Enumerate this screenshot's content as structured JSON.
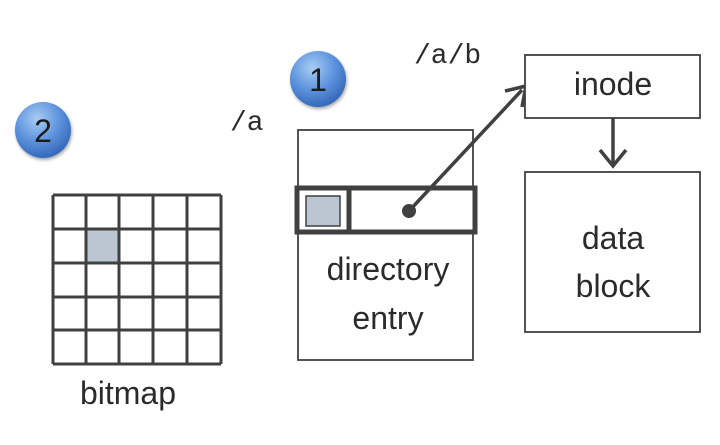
{
  "badges": [
    {
      "number": "1"
    },
    {
      "number": "2"
    }
  ],
  "paths": {
    "dir_a": "/a",
    "file_ab": "/a/b"
  },
  "labels": {
    "inode": "inode",
    "data_block_line1": "data",
    "data_block_line2": "block",
    "dir_entry_line1": "directory",
    "dir_entry_line2": "entry",
    "bitmap": "bitmap"
  },
  "bitmap": {
    "rows": 5,
    "cols": 5,
    "highlighted_cell": {
      "row": 2,
      "col": 2
    }
  },
  "colors": {
    "stroke": "#404040",
    "highlight_fill": "#bcc6d2",
    "badge_fill": "#4f86d6",
    "badge_text": "#1a1a1a"
  }
}
